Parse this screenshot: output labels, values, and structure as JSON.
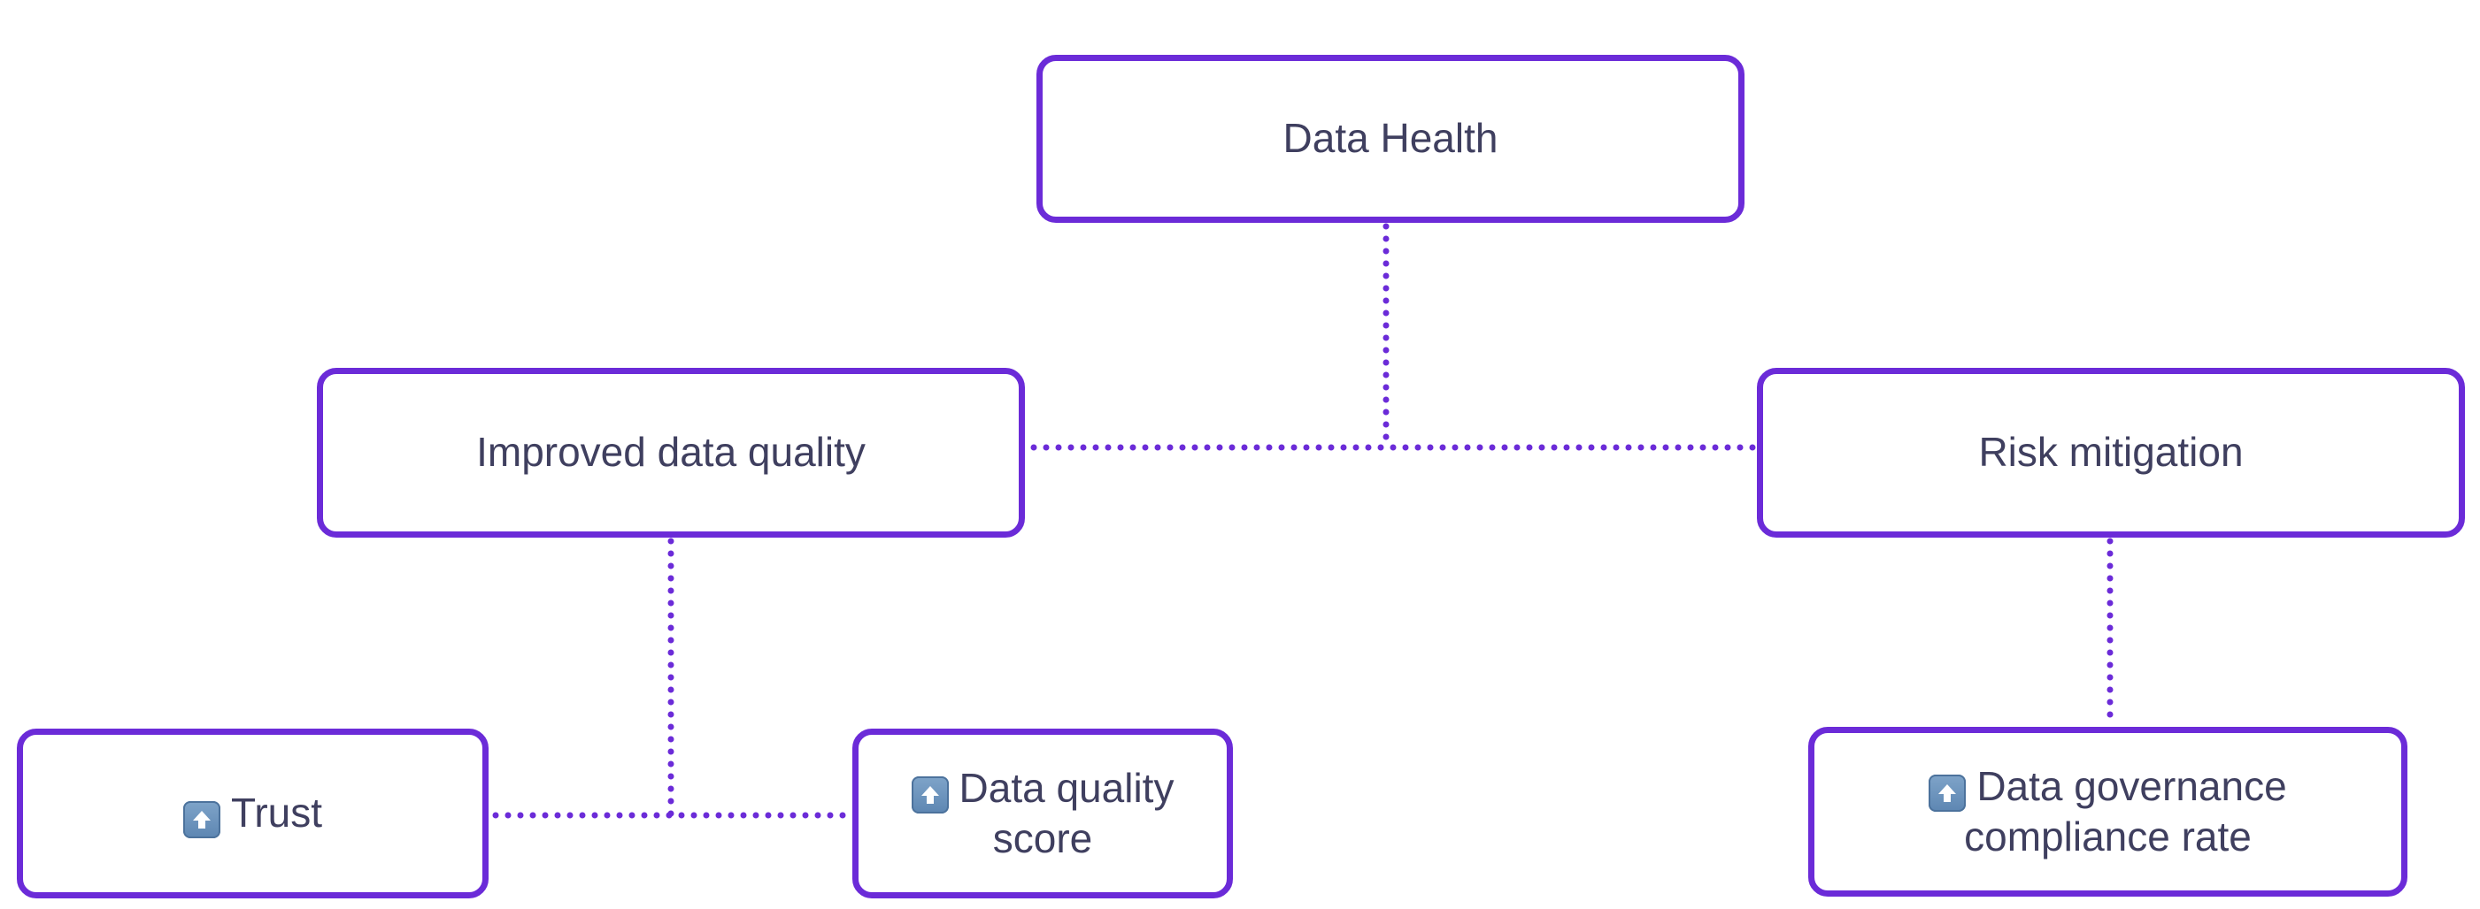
{
  "diagram": {
    "accent_color": "#6B2BD8",
    "text_color": "#3F3F5F",
    "nodes": {
      "data_health": {
        "label": "Data Health"
      },
      "improved_data_quality": {
        "label": "Improved data quality"
      },
      "risk_mitigation": {
        "label": "Risk mitigation"
      },
      "trust": {
        "label": "Trust",
        "icon": "up-arrow-icon"
      },
      "data_quality_score": {
        "label": "Data quality score",
        "icon": "up-arrow-icon"
      },
      "data_governance_compliance_rate": {
        "label": "Data governance compliance rate",
        "icon": "up-arrow-icon"
      }
    }
  }
}
